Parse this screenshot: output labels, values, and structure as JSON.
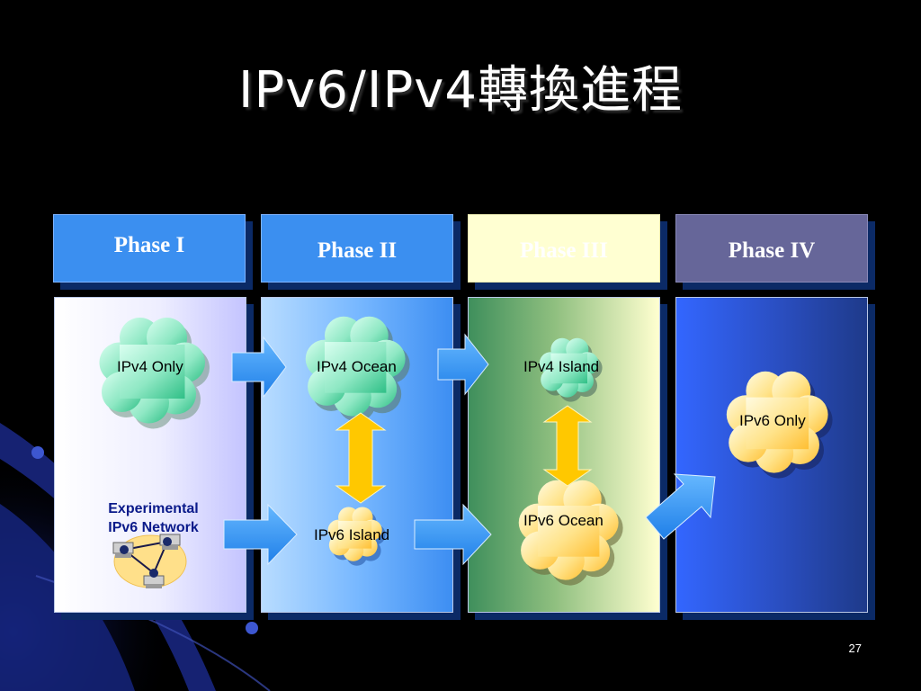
{
  "title": "IPv6/IPv4轉換進程",
  "phases": [
    {
      "label": "Phase I"
    },
    {
      "label": "Phase II"
    },
    {
      "label": "Phase III"
    },
    {
      "label": "Phase IV"
    }
  ],
  "clouds": {
    "ipv4_only": "IPv4 Only",
    "ipv4_ocean": "IPv4 Ocean",
    "ipv4_island": "IPv4 Island",
    "ipv6_only": "IPv6 Only",
    "ipv6_island": "IPv6 Island",
    "ipv6_ocean": "IPv6 Ocean"
  },
  "experimental": {
    "line1": "Experimental",
    "line2": "IPv6 Network"
  },
  "page_number": "27",
  "colors": {
    "phase_header_blue": "#3b8ff0",
    "phase_iii_header": "#ffffd2",
    "phase_iv_header": "#666699",
    "green_cloud": "#54d09a",
    "yellow_cloud": "#ffd25a",
    "arrow_blue": "#3399ff",
    "arrow_gold": "#ffcc00"
  }
}
